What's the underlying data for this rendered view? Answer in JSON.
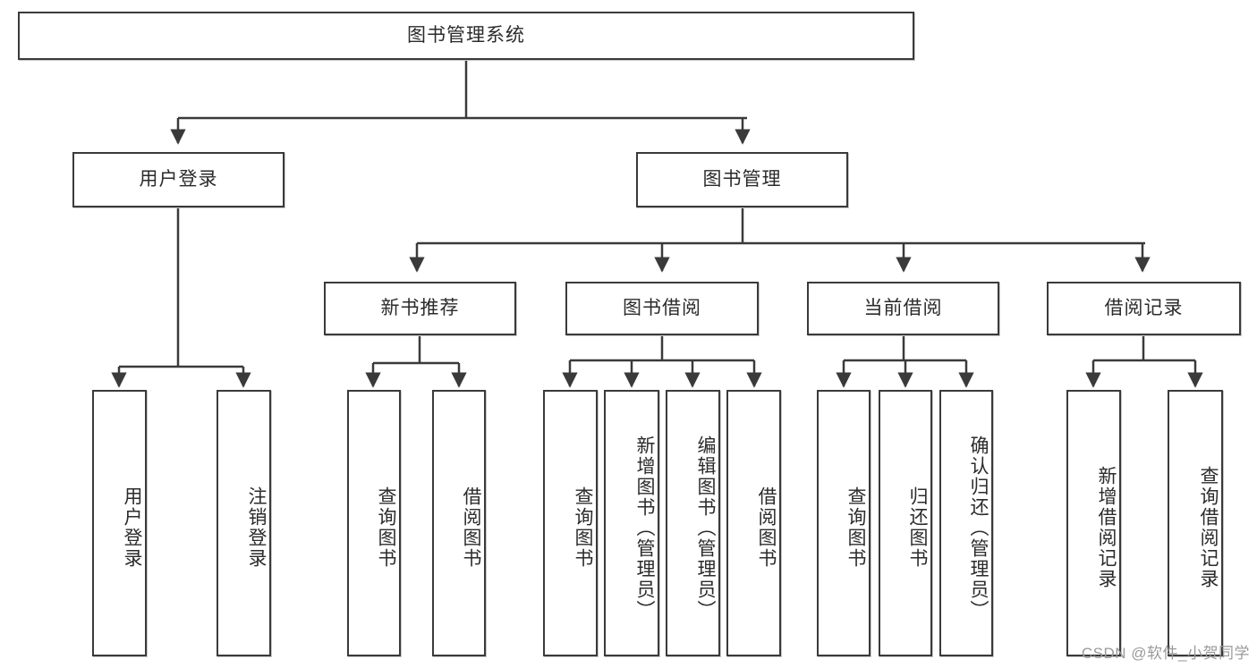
{
  "diagram": {
    "title": "图书管理系统",
    "type": "tree-hierarchy-diagram",
    "colors": {
      "box_border": "#3a3a3a",
      "box_fill": "#ffffff",
      "connector": "#3a3a3a",
      "text": "#2b2b2b",
      "watermark": "#9a9a9a",
      "background": "#ffffff"
    },
    "nodes": {
      "root": {
        "label": "图书管理系统"
      },
      "level2": [
        {
          "id": "user-login",
          "label": "用户登录"
        },
        {
          "id": "book-manage",
          "label": "图书管理"
        }
      ],
      "level3": [
        {
          "id": "new-book-recommend",
          "label": "新书推荐"
        },
        {
          "id": "book-borrow",
          "label": "图书借阅"
        },
        {
          "id": "current-borrow",
          "label": "当前借阅"
        },
        {
          "id": "borrow-record",
          "label": "借阅记录"
        }
      ],
      "leaves": {
        "user_login": [
          {
            "id": "leaf-user-login",
            "label": "用户登录"
          },
          {
            "id": "leaf-logout-login",
            "label": "注销登录"
          }
        ],
        "new_book_recommend": [
          {
            "id": "leaf-query-book-1",
            "label": "查询图书"
          },
          {
            "id": "leaf-borrow-book-1",
            "label": "借阅图书"
          }
        ],
        "book_borrow": [
          {
            "id": "leaf-query-book-2",
            "label": "查询图书"
          },
          {
            "id": "leaf-add-book",
            "label": "新增图书（管理员）"
          },
          {
            "id": "leaf-edit-book",
            "label": "编辑图书（管理员）"
          },
          {
            "id": "leaf-borrow-book-2",
            "label": "借阅图书"
          }
        ],
        "current_borrow": [
          {
            "id": "leaf-query-book-3",
            "label": "查询图书"
          },
          {
            "id": "leaf-return-book",
            "label": "归还图书"
          },
          {
            "id": "leaf-confirm-return",
            "label": "确认归还（管理员）"
          }
        ],
        "borrow_record": [
          {
            "id": "leaf-add-record",
            "label": "新增借阅记录"
          },
          {
            "id": "leaf-query-record",
            "label": "查询借阅记录"
          }
        ]
      }
    },
    "watermark": "CSDN @软件_小贺同学"
  }
}
